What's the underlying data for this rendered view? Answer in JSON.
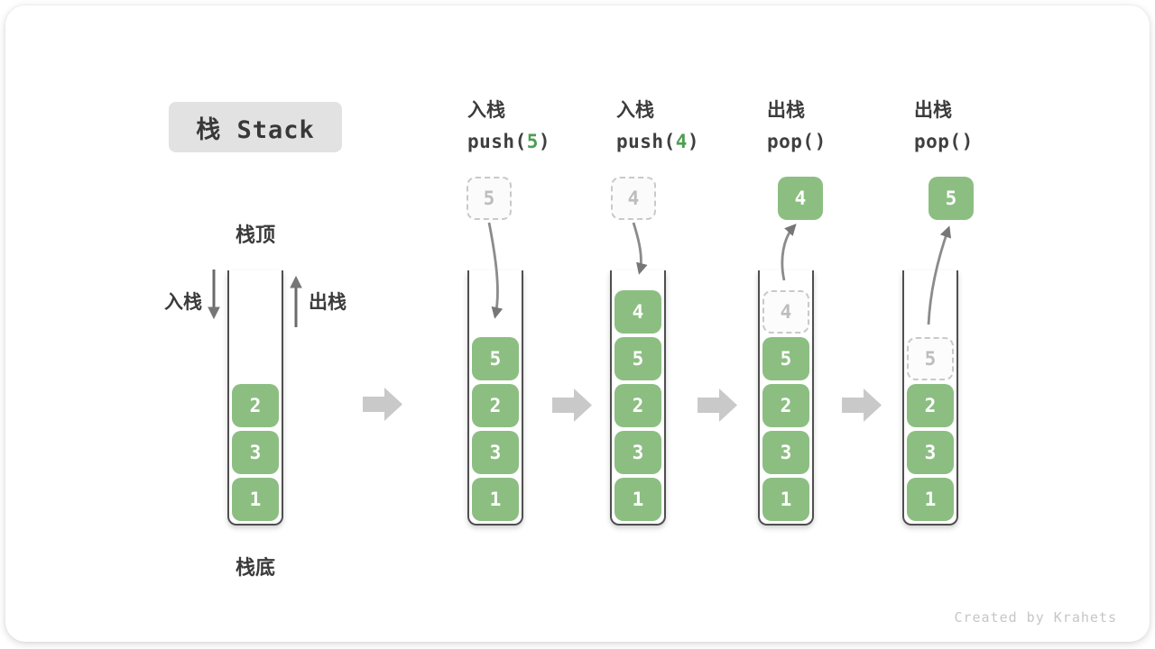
{
  "title_badge": "栈 Stack",
  "annotations": {
    "stack_top": "栈顶",
    "stack_bottom": "栈底",
    "push": "入栈",
    "pop": "出栈"
  },
  "watermark": "Created by Krahets",
  "colors": {
    "box_green": "#8CBE82",
    "code_green": "#4D9E50",
    "label_dark": "#3B3B3B",
    "arrow_gray": "#8B8B8B",
    "block_arrow_gray": "#C9C9C9",
    "ghost_border": "#C9C9C9",
    "ghost_text": "#BDBDBD",
    "badge_bg": "#E2E2E2"
  },
  "columns": [
    {
      "header": null,
      "floating": null,
      "cells": [
        {
          "value": "2"
        },
        {
          "value": "3"
        },
        {
          "value": "1"
        }
      ]
    },
    {
      "header": {
        "title": "入栈",
        "code_pre": "push(",
        "code_arg": "5",
        "code_post": ")"
      },
      "floating": {
        "value": "5",
        "variant": "ghost"
      },
      "cells": [
        {
          "value": "5"
        },
        {
          "value": "2"
        },
        {
          "value": "3"
        },
        {
          "value": "1"
        }
      ]
    },
    {
      "header": {
        "title": "入栈",
        "code_pre": "push(",
        "code_arg": "4",
        "code_post": ")"
      },
      "floating": {
        "value": "4",
        "variant": "ghost"
      },
      "cells": [
        {
          "value": "4"
        },
        {
          "value": "5"
        },
        {
          "value": "2"
        },
        {
          "value": "3"
        },
        {
          "value": "1"
        }
      ]
    },
    {
      "header": {
        "title": "出栈",
        "code_pre": "pop()",
        "code_arg": "",
        "code_post": ""
      },
      "floating": {
        "value": "4",
        "variant": "solid"
      },
      "cells": [
        {
          "value": "4",
          "variant": "ghost"
        },
        {
          "value": "5"
        },
        {
          "value": "2"
        },
        {
          "value": "3"
        },
        {
          "value": "1"
        }
      ]
    },
    {
      "header": {
        "title": "出栈",
        "code_pre": "pop()",
        "code_arg": "",
        "code_post": ""
      },
      "floating": {
        "value": "5",
        "variant": "solid"
      },
      "cells": [
        {
          "value": "5",
          "variant": "ghost"
        },
        {
          "value": "2"
        },
        {
          "value": "3"
        },
        {
          "value": "1"
        }
      ]
    }
  ]
}
